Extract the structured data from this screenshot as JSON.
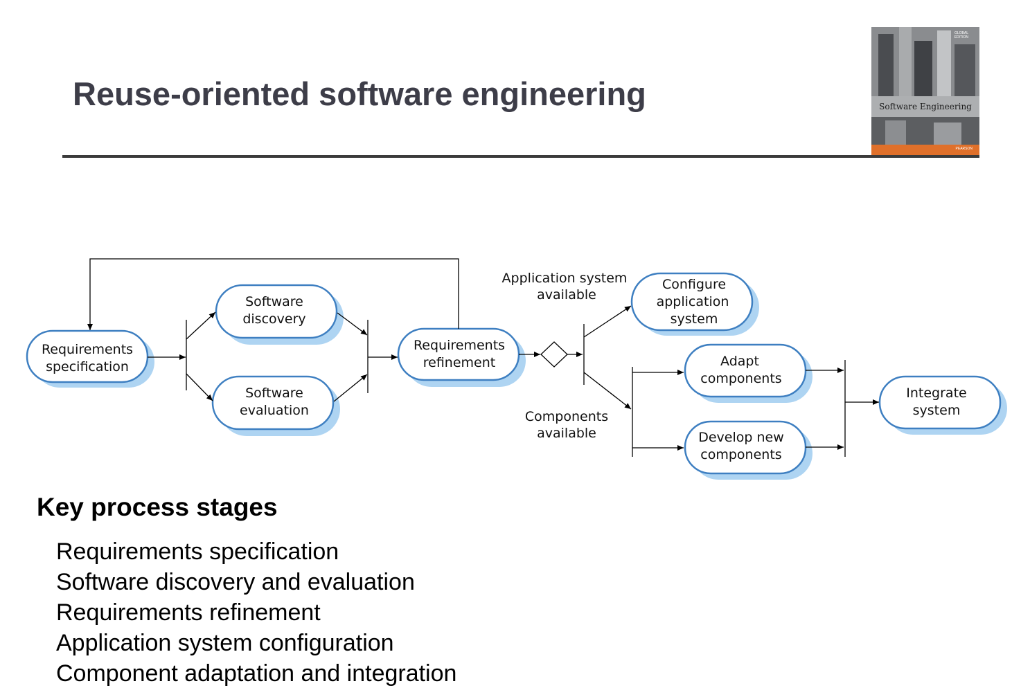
{
  "slide": {
    "title": "Reuse-oriented software engineering"
  },
  "book_cover": {
    "edition": "GLOBAL EDITION",
    "title": "Software Engineering",
    "publisher": "PEARSON"
  },
  "diagram": {
    "nodes": {
      "req_spec": [
        "Requirements",
        "specification"
      ],
      "sw_discovery": [
        "Software",
        "discovery"
      ],
      "sw_evaluation": [
        "Software",
        "evaluation"
      ],
      "req_refinement": [
        "Requirements",
        "refinement"
      ],
      "configure": [
        "Configure",
        "application",
        "system"
      ],
      "adapt": [
        "Adapt",
        "components"
      ],
      "develop": [
        "Develop new",
        "components"
      ],
      "integrate": [
        "Integrate",
        "system"
      ]
    },
    "labels": {
      "app_available": [
        "Application system",
        "available"
      ],
      "comp_available": [
        "Components",
        "available"
      ]
    },
    "colors": {
      "node_border": "#3e7fc1",
      "node_shadow": "#aed4f2",
      "line": "#000000"
    }
  },
  "key_stages": {
    "heading": "Key process stages",
    "items": [
      "Requirements specification",
      "Software discovery and evaluation",
      "Requirements refinement",
      "Application system configuration",
      "Component adaptation and integration"
    ]
  }
}
